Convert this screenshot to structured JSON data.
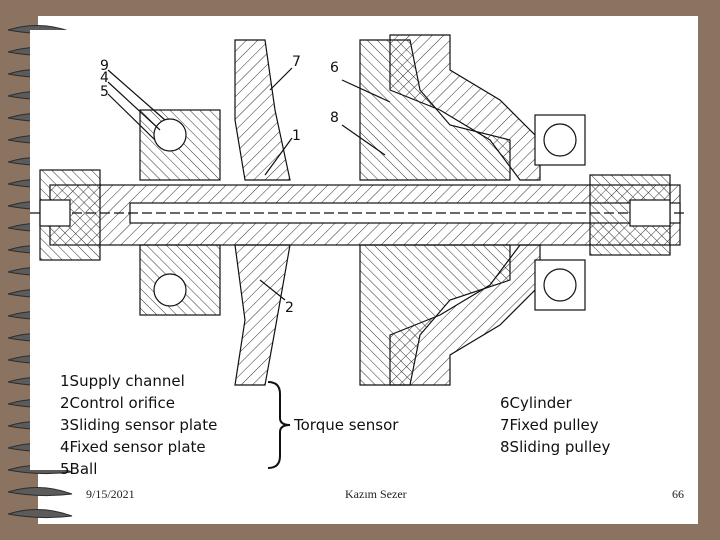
{
  "footer": {
    "date": "9/15/2021",
    "author": "Kazım Sezer",
    "page_number": "66"
  },
  "legend_left": [
    "1Supply channel",
    "2Control orifice",
    "3Sliding sensor plate",
    "4Fixed sensor plate",
    "5Ball"
  ],
  "legend_group_label": "Torque sensor",
  "legend_right": [
    "6Cylinder",
    "7Fixed pulley",
    "8Sliding pulley"
  ],
  "callouts": [
    "9",
    "4",
    "5",
    "7",
    "6",
    "8",
    "1",
    "2"
  ]
}
